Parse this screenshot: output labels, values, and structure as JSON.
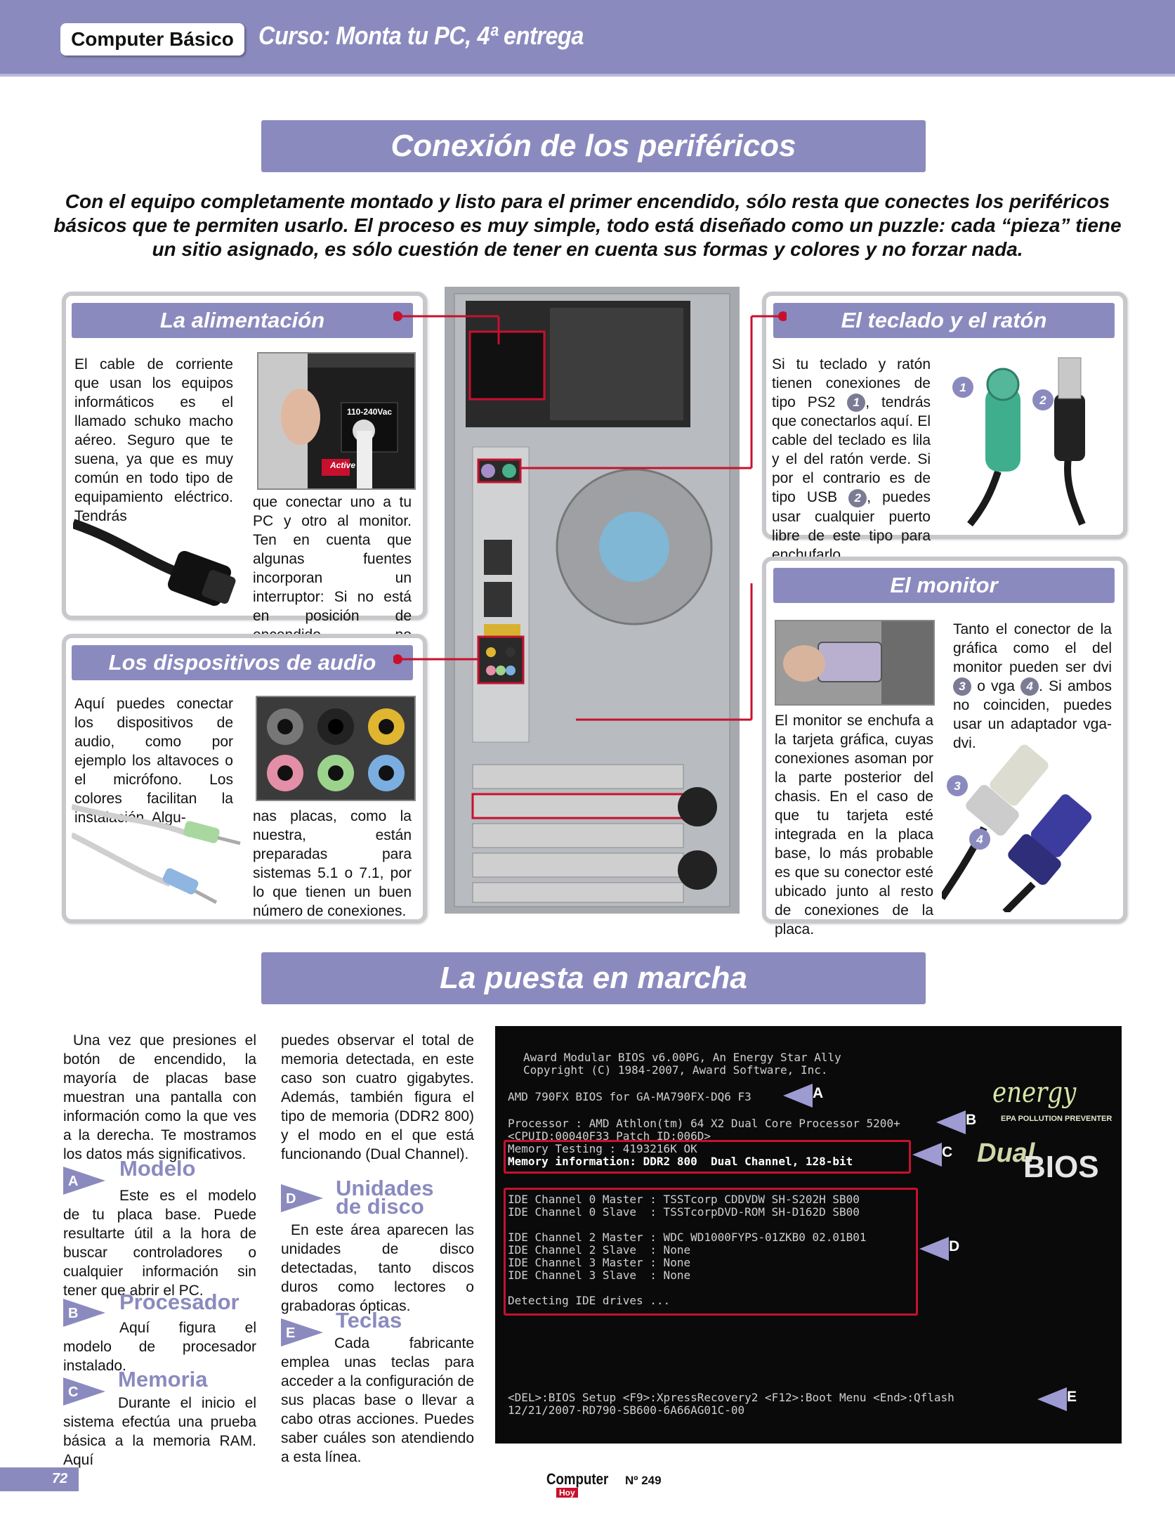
{
  "header": {
    "tag": "Computer Básico",
    "course": "Curso: Monta tu PC, 4ª entrega"
  },
  "section1": {
    "title": "Conexión de los periféricos",
    "intro": "Con el equipo completamente montado y listo para el primer encendido, sólo resta que conectes los periféricos básicos que te permiten usarlo. El proceso es muy simple, todo está diseñado como un puzzle: cada “pieza” tiene un sitio asignado, es sólo cuestión de tener en cuenta sus formas y colores y no forzar nada."
  },
  "boxes": {
    "power": {
      "title": "La alimentación",
      "text1": "El cable de corriente que usan los equipos informáticos es el llamado schuko macho aéreo. Seguro que te suena, ya que es muy común en todo tipo de equipamiento eléctrico. Tendrás",
      "text2": "que conectar uno a tu PC y otro al monitor. Ten en cuenta que algunas fuentes incorporan un interruptor: Si no está en posición de encendido no funcionará.",
      "photo_label": "110-240Vac",
      "photo_label2": "Active"
    },
    "audio": {
      "title": "Los dispositivos de audio",
      "text1": "Aquí puedes conectar los dispositivos de audio, como por ejemplo los altavoces o el micrófono. Los colores facilitan la instalación. Algu-",
      "text2": "nas placas, como la nuestra, están preparadas para sistemas 5.1 o 7.1, por lo que tienen un buen número de conexiones."
    },
    "keyboard": {
      "title": "El teclado y el ratón",
      "text_a": "Si tu teclado y ratón tienen conexiones de tipo PS2",
      "num1": "1",
      "text_b": ", tendrás que conectarlos aquí. El cable del teclado es lila y el del ratón verde. Si por el contrario es de tipo USB",
      "num2": "2",
      "text_c": ", puedes usar cualquier puerto libre de este tipo para enchufarlo."
    },
    "monitor": {
      "title": "El monitor",
      "text_right_a": "Tanto el conector de la gráfica como el del monitor pueden ser dvi",
      "num3": "3",
      "text_right_b": "o vga",
      "num4": "4",
      "text_right_c": ". Si ambos no coinciden, puedes usar un adaptador vga-dvi.",
      "text_left": "El monitor se enchufa a la tarjeta gráfica, cuyas conexiones asoman por la parte posterior del chasis. En el caso de que tu tarjeta esté integrada en la placa base, lo más probable es que su conector esté ubicado junto al resto de conexiones de la placa."
    }
  },
  "section2": {
    "title": "La puesta en marcha",
    "col1_intro": "Una vez que presiones el botón de encendido, la mayoría de placas base muestran una pantalla con información como la que ves a la derecha. Te mostramos los datos más significativos.",
    "items": [
      {
        "letter": "A",
        "title": "Modelo",
        "text": "Este es el modelo de tu placa base. Puede resultarte útil a la hora de buscar controladores o cualquier información sin tener que abrir el PC."
      },
      {
        "letter": "B",
        "title": "Procesador",
        "text": "Aquí figura el modelo de procesador instalado."
      },
      {
        "letter": "C",
        "title": "Memoria",
        "text": "Durante el inicio el sistema efectúa una prueba básica a la memoria RAM. Aquí"
      },
      {
        "letter": "D",
        "title": "Unidades de disco",
        "title1": "Unidades",
        "title2": "de disco",
        "text": "En este área aparecen las unidades de disco detectadas, tanto discos duros como lectores o grabadoras ópticas."
      },
      {
        "letter": "E",
        "title": "Teclas",
        "text": "Cada fabricante emplea unas teclas para acceder a la configuración de sus placas base o llevar a cabo otras acciones. Puedes saber cuáles son atendiendo a esta línea."
      }
    ],
    "col2_intro": "puedes observar el total de memoria detectada, en este caso son cuatro gigabytes. Además, también figura el tipo de memoria (DDR2 800) y el modo en el que está funcionando (Dual Channel)."
  },
  "bios": {
    "lines": [
      "Award Modular BIOS v6.00PG, An Energy Star Ally",
      "Copyright (C) 1984-2007, Award Software, Inc.",
      "AMD 790FX BIOS for GA-MA790FX-DQ6 F3",
      "Processor : AMD Athlon(tm) 64 X2 Dual Core Processor 5200+",
      "<CPUID:00040F33 Patch ID:006D>",
      "Memory Testing : 4193216K OK",
      "Memory information: DDR2 800  Dual Channel, 128-bit",
      "IDE Channel 0 Master : TSSTcorp CDDVDW SH-S202H SB00",
      "IDE Channel 0 Slave  : TSSTcorpDVD-ROM SH-D162D SB00",
      "IDE Channel 2 Master : WDC WD1000FYPS-01ZKB0 02.01B01",
      "IDE Channel 2 Slave  : None",
      "IDE Channel 3 Master : None",
      "IDE Channel 3 Slave  : None",
      "Detecting IDE drives ...",
      "<DEL>:BIOS Setup <F9>:XpressRecovery2 <F12>:Boot Menu <End>:Qflash",
      "12/21/2007-RD790-SB600-6A66AG01C-00"
    ],
    "logo_energy": "energy",
    "logo_epa": "EPA POLLUTION PREVENTER",
    "logo_dual": "Dual",
    "logo_bios": "BIOS",
    "markers": [
      "A",
      "B",
      "C",
      "D",
      "E"
    ]
  },
  "footer": {
    "page": "72",
    "brand": "Computer",
    "brand_sub": "Hoy",
    "issue": "Nº 249"
  },
  "colors": {
    "accent": "#8b8abf",
    "line_red": "#c8102e"
  }
}
